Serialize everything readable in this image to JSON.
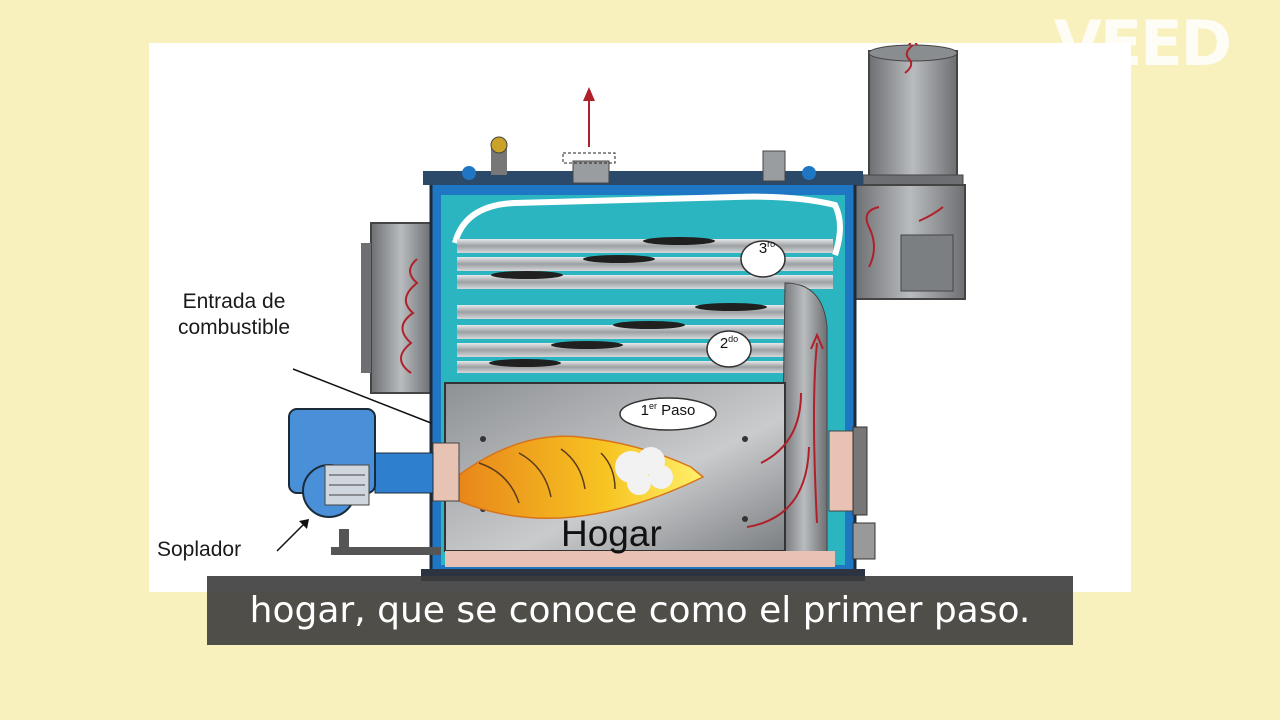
{
  "watermark": {
    "text": "VEED"
  },
  "diagram": {
    "labels": {
      "fuel_inlet": "Entrada de combustible",
      "blower": "Soplador",
      "furnace": "Hogar"
    },
    "passes": {
      "third": {
        "base": "3",
        "sup": "ro"
      },
      "second": {
        "base": "2",
        "sup": "do"
      },
      "first": {
        "base": "1",
        "sup": "er",
        "suffix": " Paso"
      }
    }
  },
  "subtitle": {
    "text": "hogar, que se conoce como el primer paso."
  },
  "colors": {
    "background": "#f9f1bd",
    "boiler_shell": "#1f77c4",
    "water": "#2bb5c0",
    "flame": "#f5b21a",
    "arrow": "#b0202a"
  }
}
